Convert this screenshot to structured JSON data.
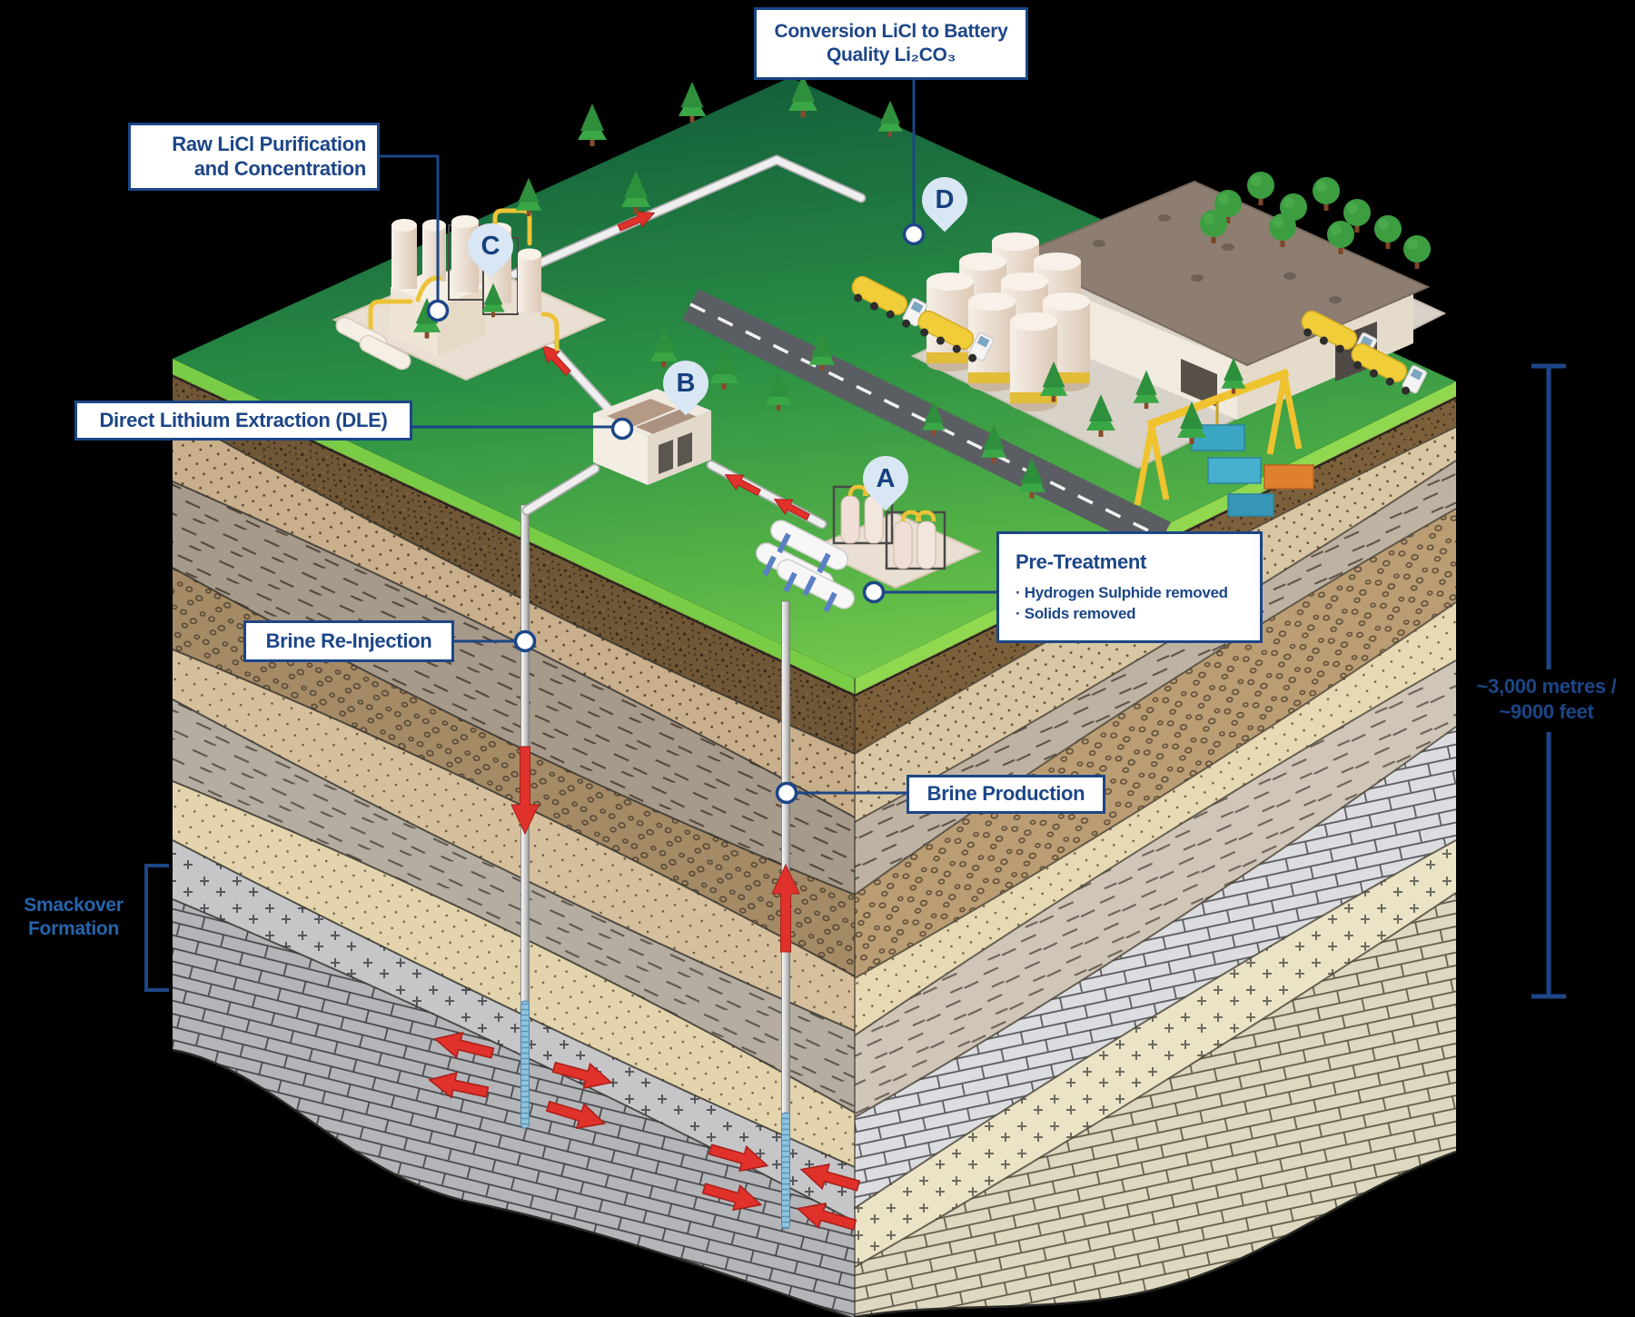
{
  "callouts": {
    "conversion": {
      "line1": "Conversion LiCl to Battery",
      "line2": "Quality Li₂CO₃"
    },
    "raw_purification": {
      "line1": "Raw LiCl Purification",
      "line2": "and Concentration"
    },
    "dle": {
      "text": "Direct Lithium Extraction (DLE)"
    },
    "brine_reinjection": {
      "text": "Brine Re-Injection"
    },
    "pretreatment": {
      "title": "Pre-Treatment",
      "bullets": [
        "Hydrogen Sulphide removed",
        "Solids removed"
      ]
    },
    "brine_production": {
      "text": "Brine Production"
    }
  },
  "annotations": {
    "formation": {
      "line1": "Smackover",
      "line2": "Formation"
    },
    "depth_scale": {
      "line1": "~3,000 metres /",
      "line2": "~9000 feet"
    }
  },
  "markers": [
    {
      "label": "A",
      "meaning": "Pre-Treatment"
    },
    {
      "label": "B",
      "meaning": "Direct Lithium Extraction (DLE)"
    },
    {
      "label": "C",
      "meaning": "Raw LiCl Purification and Concentration"
    },
    {
      "label": "D",
      "meaning": "Conversion LiCl to Battery Quality Li₂CO₃"
    }
  ],
  "flows": [
    "Brine Production",
    "Brine Re-Injection"
  ],
  "colors": {
    "accent_blue": "#1c4687",
    "formation_blue": "#2565ae",
    "arrow_red": "#e0312a",
    "pin_fill": "#d9e6f3",
    "grass_dark": "#145f3b",
    "grass_light": "#74c94c",
    "background": "#000000"
  }
}
